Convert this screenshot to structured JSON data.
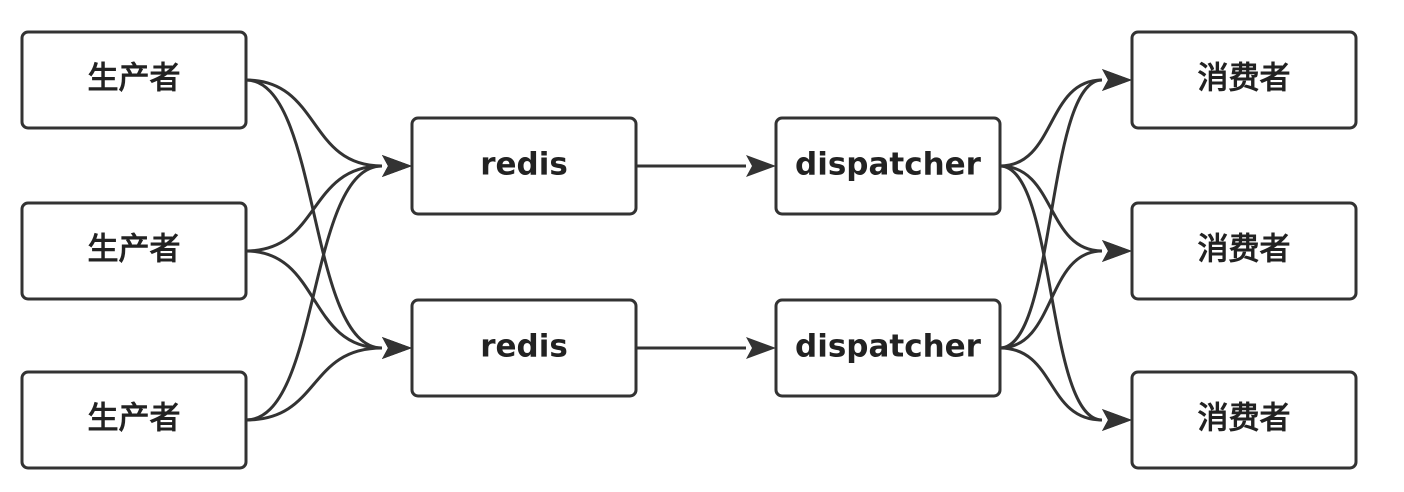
{
  "diagram": {
    "nodes": {
      "producer_1": "生产者",
      "producer_2": "生产者",
      "producer_3": "生产者",
      "redis_1": "redis",
      "redis_2": "redis",
      "dispatcher_1": "dispatcher",
      "dispatcher_2": "dispatcher",
      "consumer_1": "消费者",
      "consumer_2": "消费者",
      "consumer_3": "消费者"
    },
    "edges": [
      [
        "producer_1",
        "redis_1"
      ],
      [
        "producer_1",
        "redis_2"
      ],
      [
        "producer_2",
        "redis_1"
      ],
      [
        "producer_2",
        "redis_2"
      ],
      [
        "producer_3",
        "redis_1"
      ],
      [
        "producer_3",
        "redis_2"
      ],
      [
        "redis_1",
        "dispatcher_1"
      ],
      [
        "redis_2",
        "dispatcher_2"
      ],
      [
        "dispatcher_1",
        "consumer_1"
      ],
      [
        "dispatcher_1",
        "consumer_2"
      ],
      [
        "dispatcher_1",
        "consumer_3"
      ],
      [
        "dispatcher_2",
        "consumer_1"
      ],
      [
        "dispatcher_2",
        "consumer_2"
      ],
      [
        "dispatcher_2",
        "consumer_3"
      ]
    ],
    "colors": {
      "stroke": "#333333",
      "text": "#222222",
      "background": "#ffffff"
    }
  }
}
